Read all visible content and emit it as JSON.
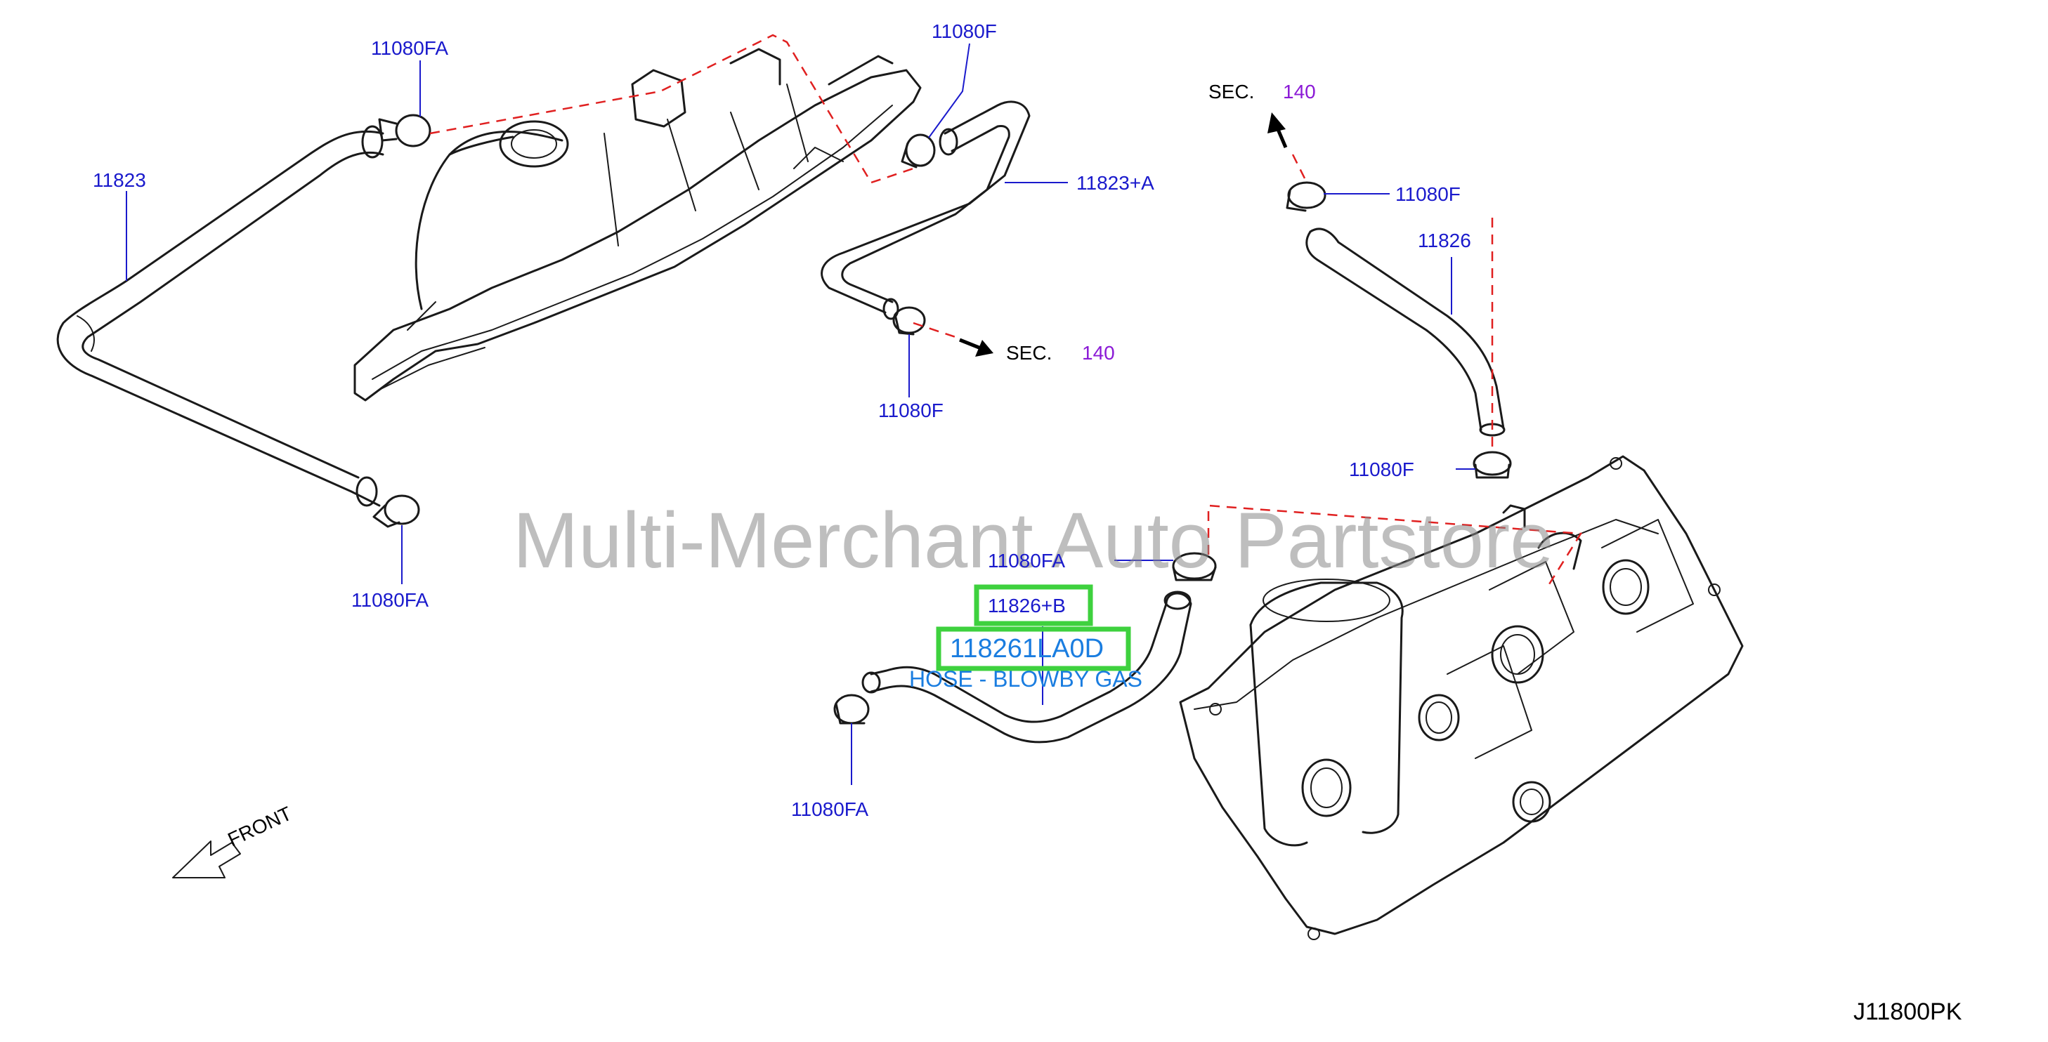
{
  "colors": {
    "part_label": "#1a1acc",
    "sec_number": "#8b1ad6",
    "highlight_text": "#1a7de0",
    "highlight_border": "#3ed13e",
    "dashed_line": "#e02020",
    "watermark": "#8a8a8a"
  },
  "watermark": "Multi-Merchant Auto Partstore",
  "diagram_code": "J11800PK",
  "front_label": "FRONT",
  "sec": {
    "prefix": "SEC.",
    "number": "140"
  },
  "labels": {
    "clamp_top_left": "11080FA",
    "hose_left": "11823",
    "clamp_bottom_left": "11080FA",
    "clamp_top_middle": "11080F",
    "hose_middle": "11823+A",
    "clamp_middle_lower": "11080F",
    "clamp_right_top": "11080F",
    "hose_right": "11826",
    "clamp_right_lower": "11080F",
    "clamp_center_right": "11080FA",
    "hose_center_ref": "11826+B",
    "clamp_bottom_center": "11080FA"
  },
  "highlighted_part": {
    "part_number": "118261LA0D",
    "description": "HOSE - BLOWBY GAS"
  }
}
